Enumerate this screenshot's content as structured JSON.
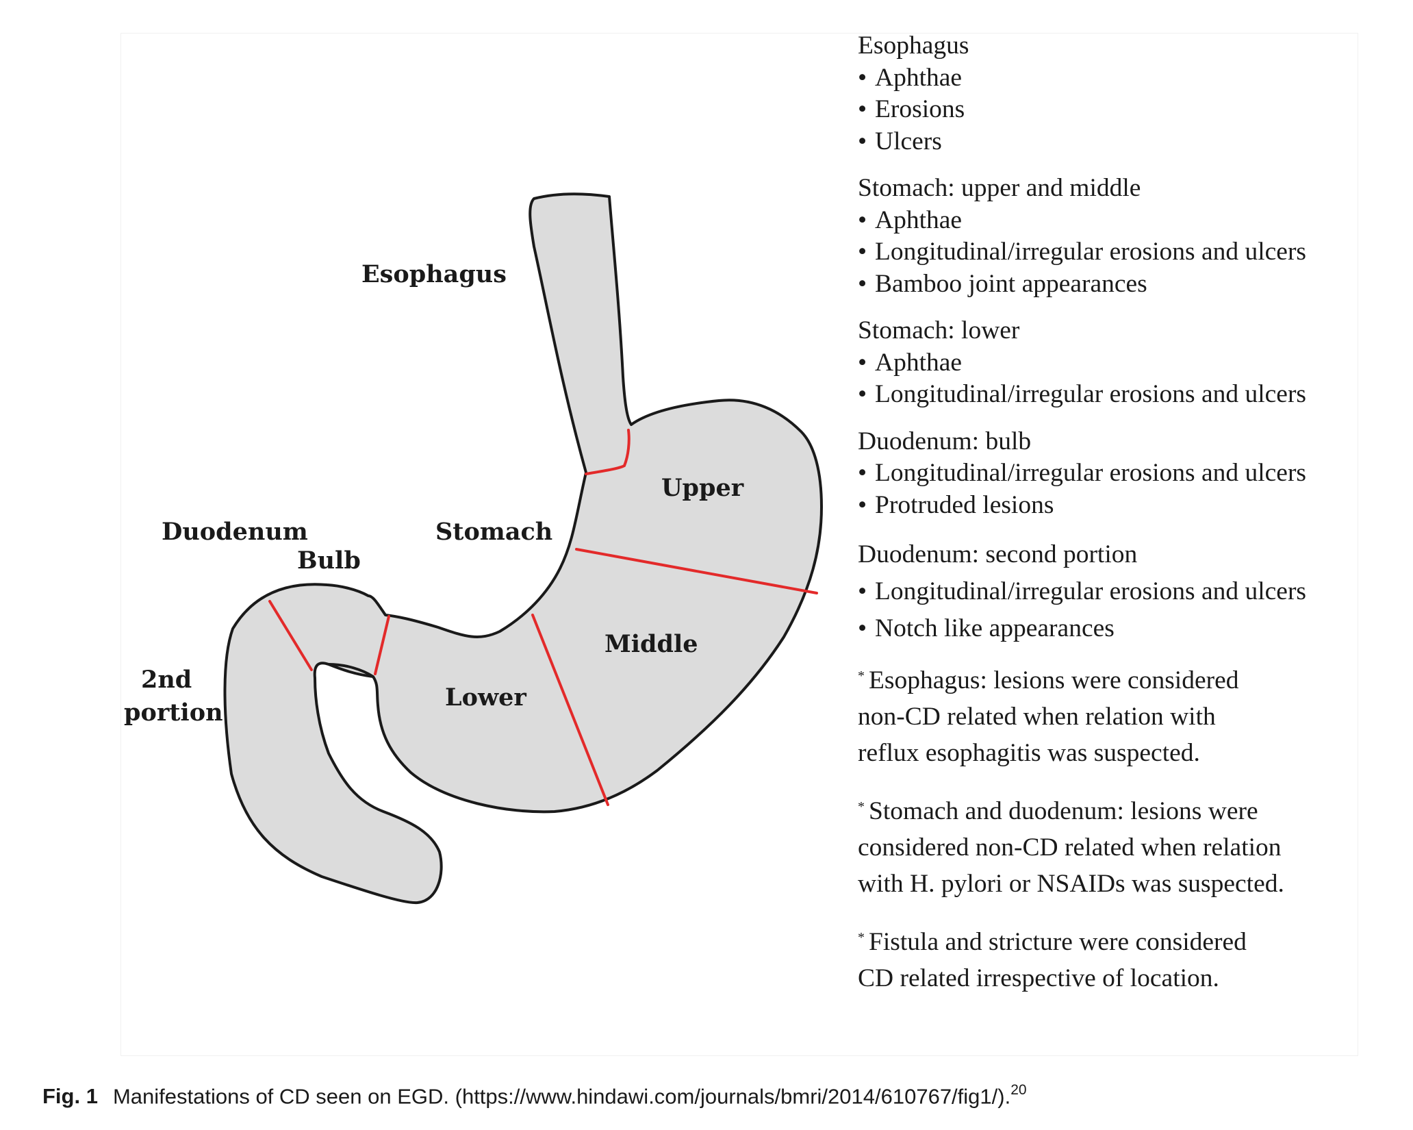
{
  "diagram": {
    "labels": {
      "esophagus": "Esophagus",
      "stomach": "Stomach",
      "duodenum": "Duodenum",
      "bulb": "Bulb",
      "second_portion_line1": "2nd",
      "second_portion_line2": "portion",
      "upper": "Upper",
      "middle": "Middle",
      "lower": "Lower"
    },
    "colors": {
      "organ_fill": "#dcdcdc",
      "outline": "#1a1a1a",
      "boundary": "#e32a2a"
    }
  },
  "legend": {
    "sections": [
      {
        "heading": "Esophagus",
        "items": [
          "Aphthae",
          "Erosions",
          "Ulcers"
        ]
      },
      {
        "heading": "Stomach: upper and middle",
        "items": [
          "Aphthae",
          "Longitudinal/irregular erosions and ulcers",
          "Bamboo joint appearances"
        ]
      },
      {
        "heading": "Stomach: lower",
        "items": [
          "Aphthae",
          "Longitudinal/irregular erosions and ulcers"
        ]
      },
      {
        "heading": "Duodenum: bulb",
        "items": [
          "Longitudinal/irregular erosions and ulcers",
          "Protruded lesions"
        ]
      },
      {
        "heading": "Duodenum: second portion",
        "items": [
          "Longitudinal/irregular erosions and ulcers",
          "Notch like appearances"
        ]
      }
    ],
    "bullet": "•",
    "note_mark": "*",
    "notes": [
      [
        "Esophagus: lesions were considered",
        "non-CD related when relation with",
        "reflux esophagitis was suspected."
      ],
      [
        "Stomach and duodenum: lesions were",
        "considered non-CD related when relation",
        "with H. pylori or NSAIDs was suspected."
      ],
      [
        "Fistula and stricture were considered",
        "CD related irrespective of location."
      ]
    ]
  },
  "caption": {
    "label": "Fig. 1",
    "text": "Manifestations of CD seen on EGD. (https://www.hindawi.com/journals/bmri/2014/610767/fig1/).",
    "reference": "20"
  }
}
